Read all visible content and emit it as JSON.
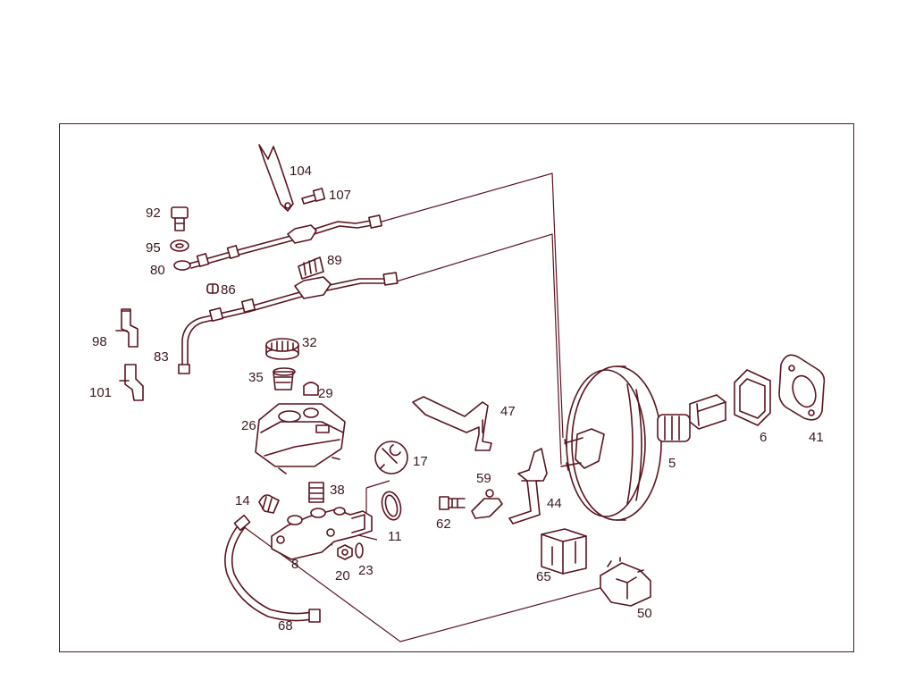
{
  "colors": {
    "line": "#5a1420",
    "text": "#3a1a1e",
    "background": "#ffffff"
  },
  "labels": {
    "p104": "104",
    "p107": "107",
    "p92": "92",
    "p95": "95",
    "p80": "80",
    "p89": "89",
    "p86": "86",
    "p98": "98",
    "p83": "83",
    "p101": "101",
    "p32": "32",
    "p35": "35",
    "p29": "29",
    "p26": "26",
    "p47": "47",
    "p17": "17",
    "p14": "14",
    "p38": "38",
    "p8": "8",
    "p20": "20",
    "p23": "23",
    "p11": "11",
    "p59": "59",
    "p62": "62",
    "p44": "44",
    "p65": "65",
    "p68": "68",
    "p50": "50",
    "p5": "5",
    "p6": "6",
    "p41": "41"
  }
}
